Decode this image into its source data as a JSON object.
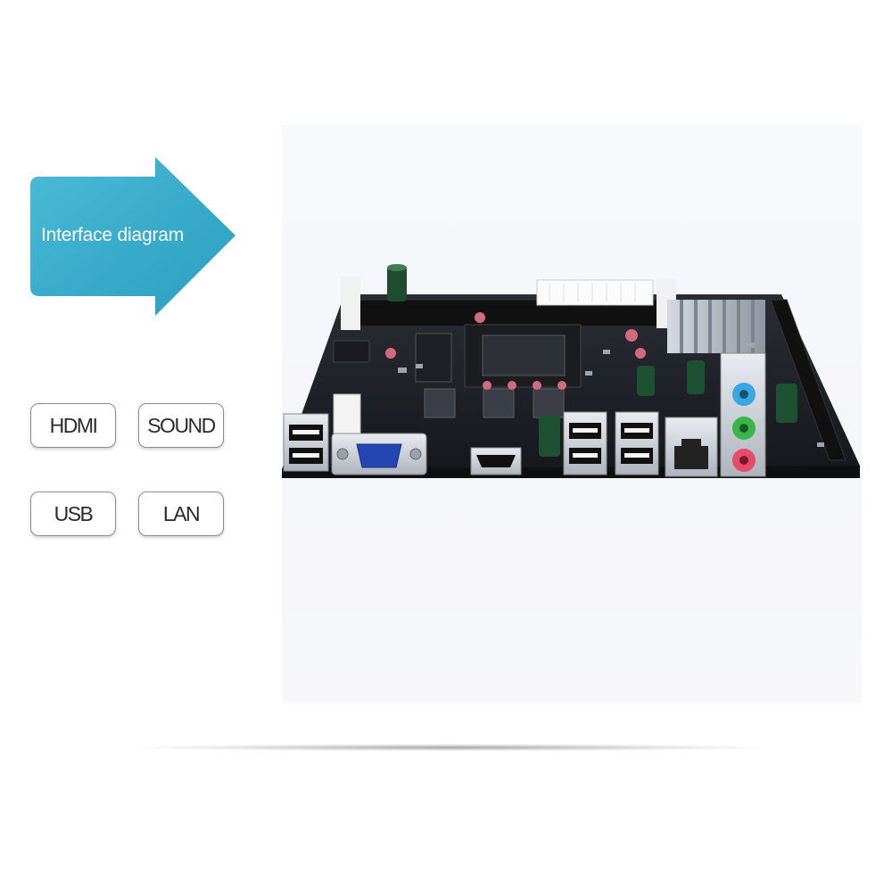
{
  "banner": {
    "label": "Interface diagram",
    "color": "#3fb0cd"
  },
  "features": {
    "hdmi": "HDMI",
    "sound": "SOUND",
    "usb": "USB",
    "lan": "LAN"
  },
  "photo": {
    "subject": "motherboard-rear-io",
    "ports": [
      "usb",
      "vga",
      "hdmi",
      "usb",
      "usb",
      "rj45-lan",
      "audio-jacks"
    ],
    "audio_jack_colors": [
      "#3aa7e0",
      "#39b54a",
      "#e84a6a"
    ]
  }
}
